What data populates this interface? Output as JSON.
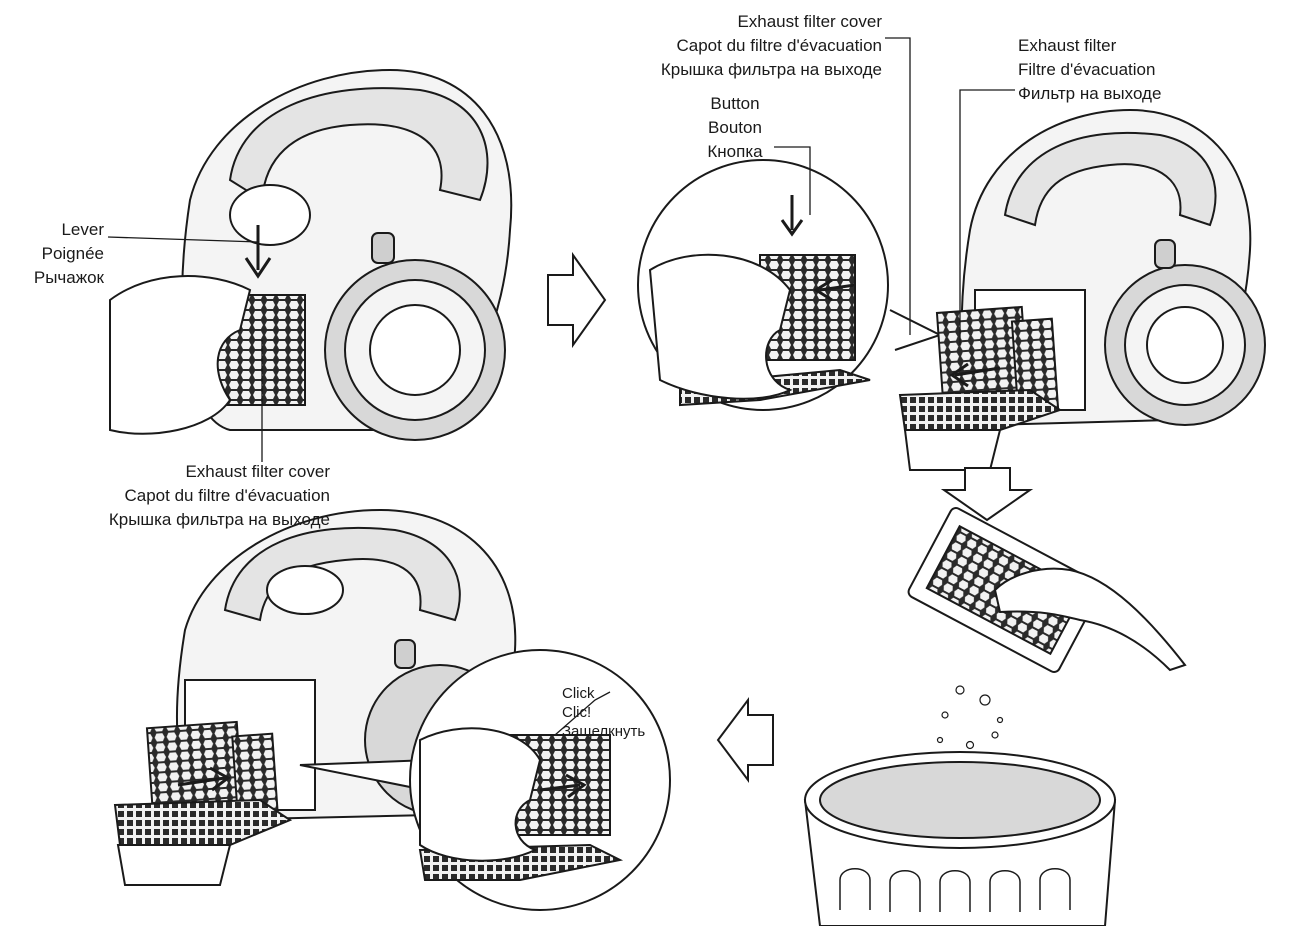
{
  "labels": {
    "lever": {
      "en": "Lever",
      "fr": "Poignée",
      "ru": "Рычажок"
    },
    "exhaust_filter_cover_bottom": {
      "en": "Exhaust filter cover",
      "fr": "Capot du filtre d'évacuation",
      "ru": "Крышка фильтра на выходе"
    },
    "exhaust_filter_cover_top": {
      "en": "Exhaust filter cover",
      "fr": "Capot du filtre d'évacuation",
      "ru": "Крышка фильтра на выходе"
    },
    "button": {
      "en": "Button",
      "fr": "Bouton",
      "ru": "Кнопка"
    },
    "exhaust_filter": {
      "en": "Exhaust filter",
      "fr": "Filtre d'évacuation",
      "ru": "Фильтр на выходе"
    },
    "click": {
      "en": "Click",
      "fr": "Clic!",
      "ru": "Защелкнуть"
    }
  },
  "icons": {
    "arrow_right": "hollow-arrow-right-icon",
    "arrow_down": "hollow-arrow-down-icon",
    "arrow_left": "hollow-arrow-left-icon"
  },
  "colors": {
    "line": "#1a1a1a",
    "fill_light": "#f4f4f4",
    "fill_mid": "#d8d8d8",
    "fill_dark": "#9a9a9a"
  }
}
